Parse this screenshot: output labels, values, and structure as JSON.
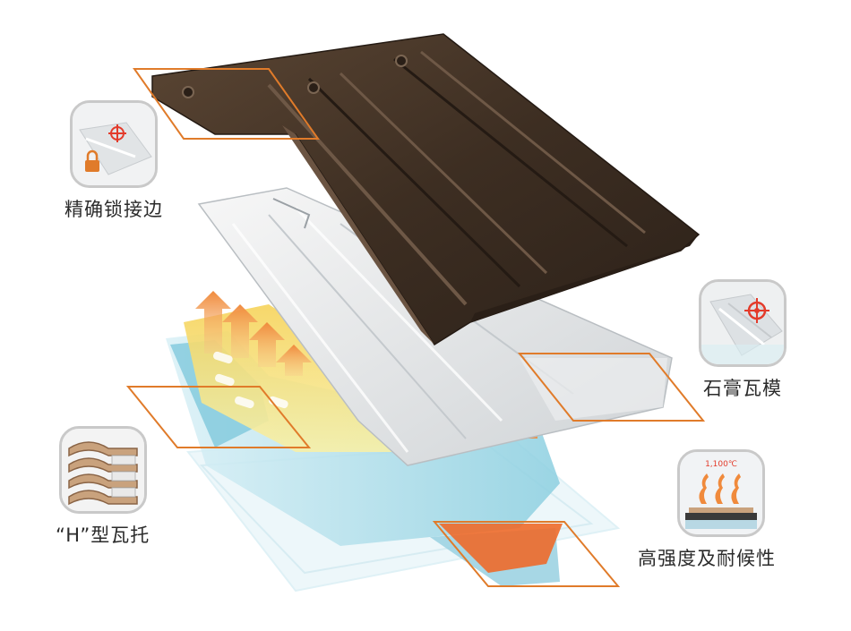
{
  "features": [
    {
      "id": "lock-edge",
      "label": "精确锁接边",
      "icon": "lock-target-icon"
    },
    {
      "id": "gypsum-mold",
      "label": "石膏瓦模",
      "icon": "target-mold-icon"
    },
    {
      "id": "h-tray",
      "label": "“H”型瓦托",
      "icon": "stacked-tray-icon"
    },
    {
      "id": "strength",
      "label": "高强度及耐候性",
      "icon": "kiln-heat-icon",
      "temperature": "1,100℃"
    }
  ],
  "colors": {
    "tile_brown": "#4a382a",
    "plaster_white": "#e8eaec",
    "mold_blue": "#9fd7e6",
    "heat_yellow": "#f6e27a",
    "heat_orange": "#f08a3c",
    "callout_orange": "#e07b2a",
    "target_red": "#e33b2b",
    "frame_gray": "#c9c9c9"
  }
}
